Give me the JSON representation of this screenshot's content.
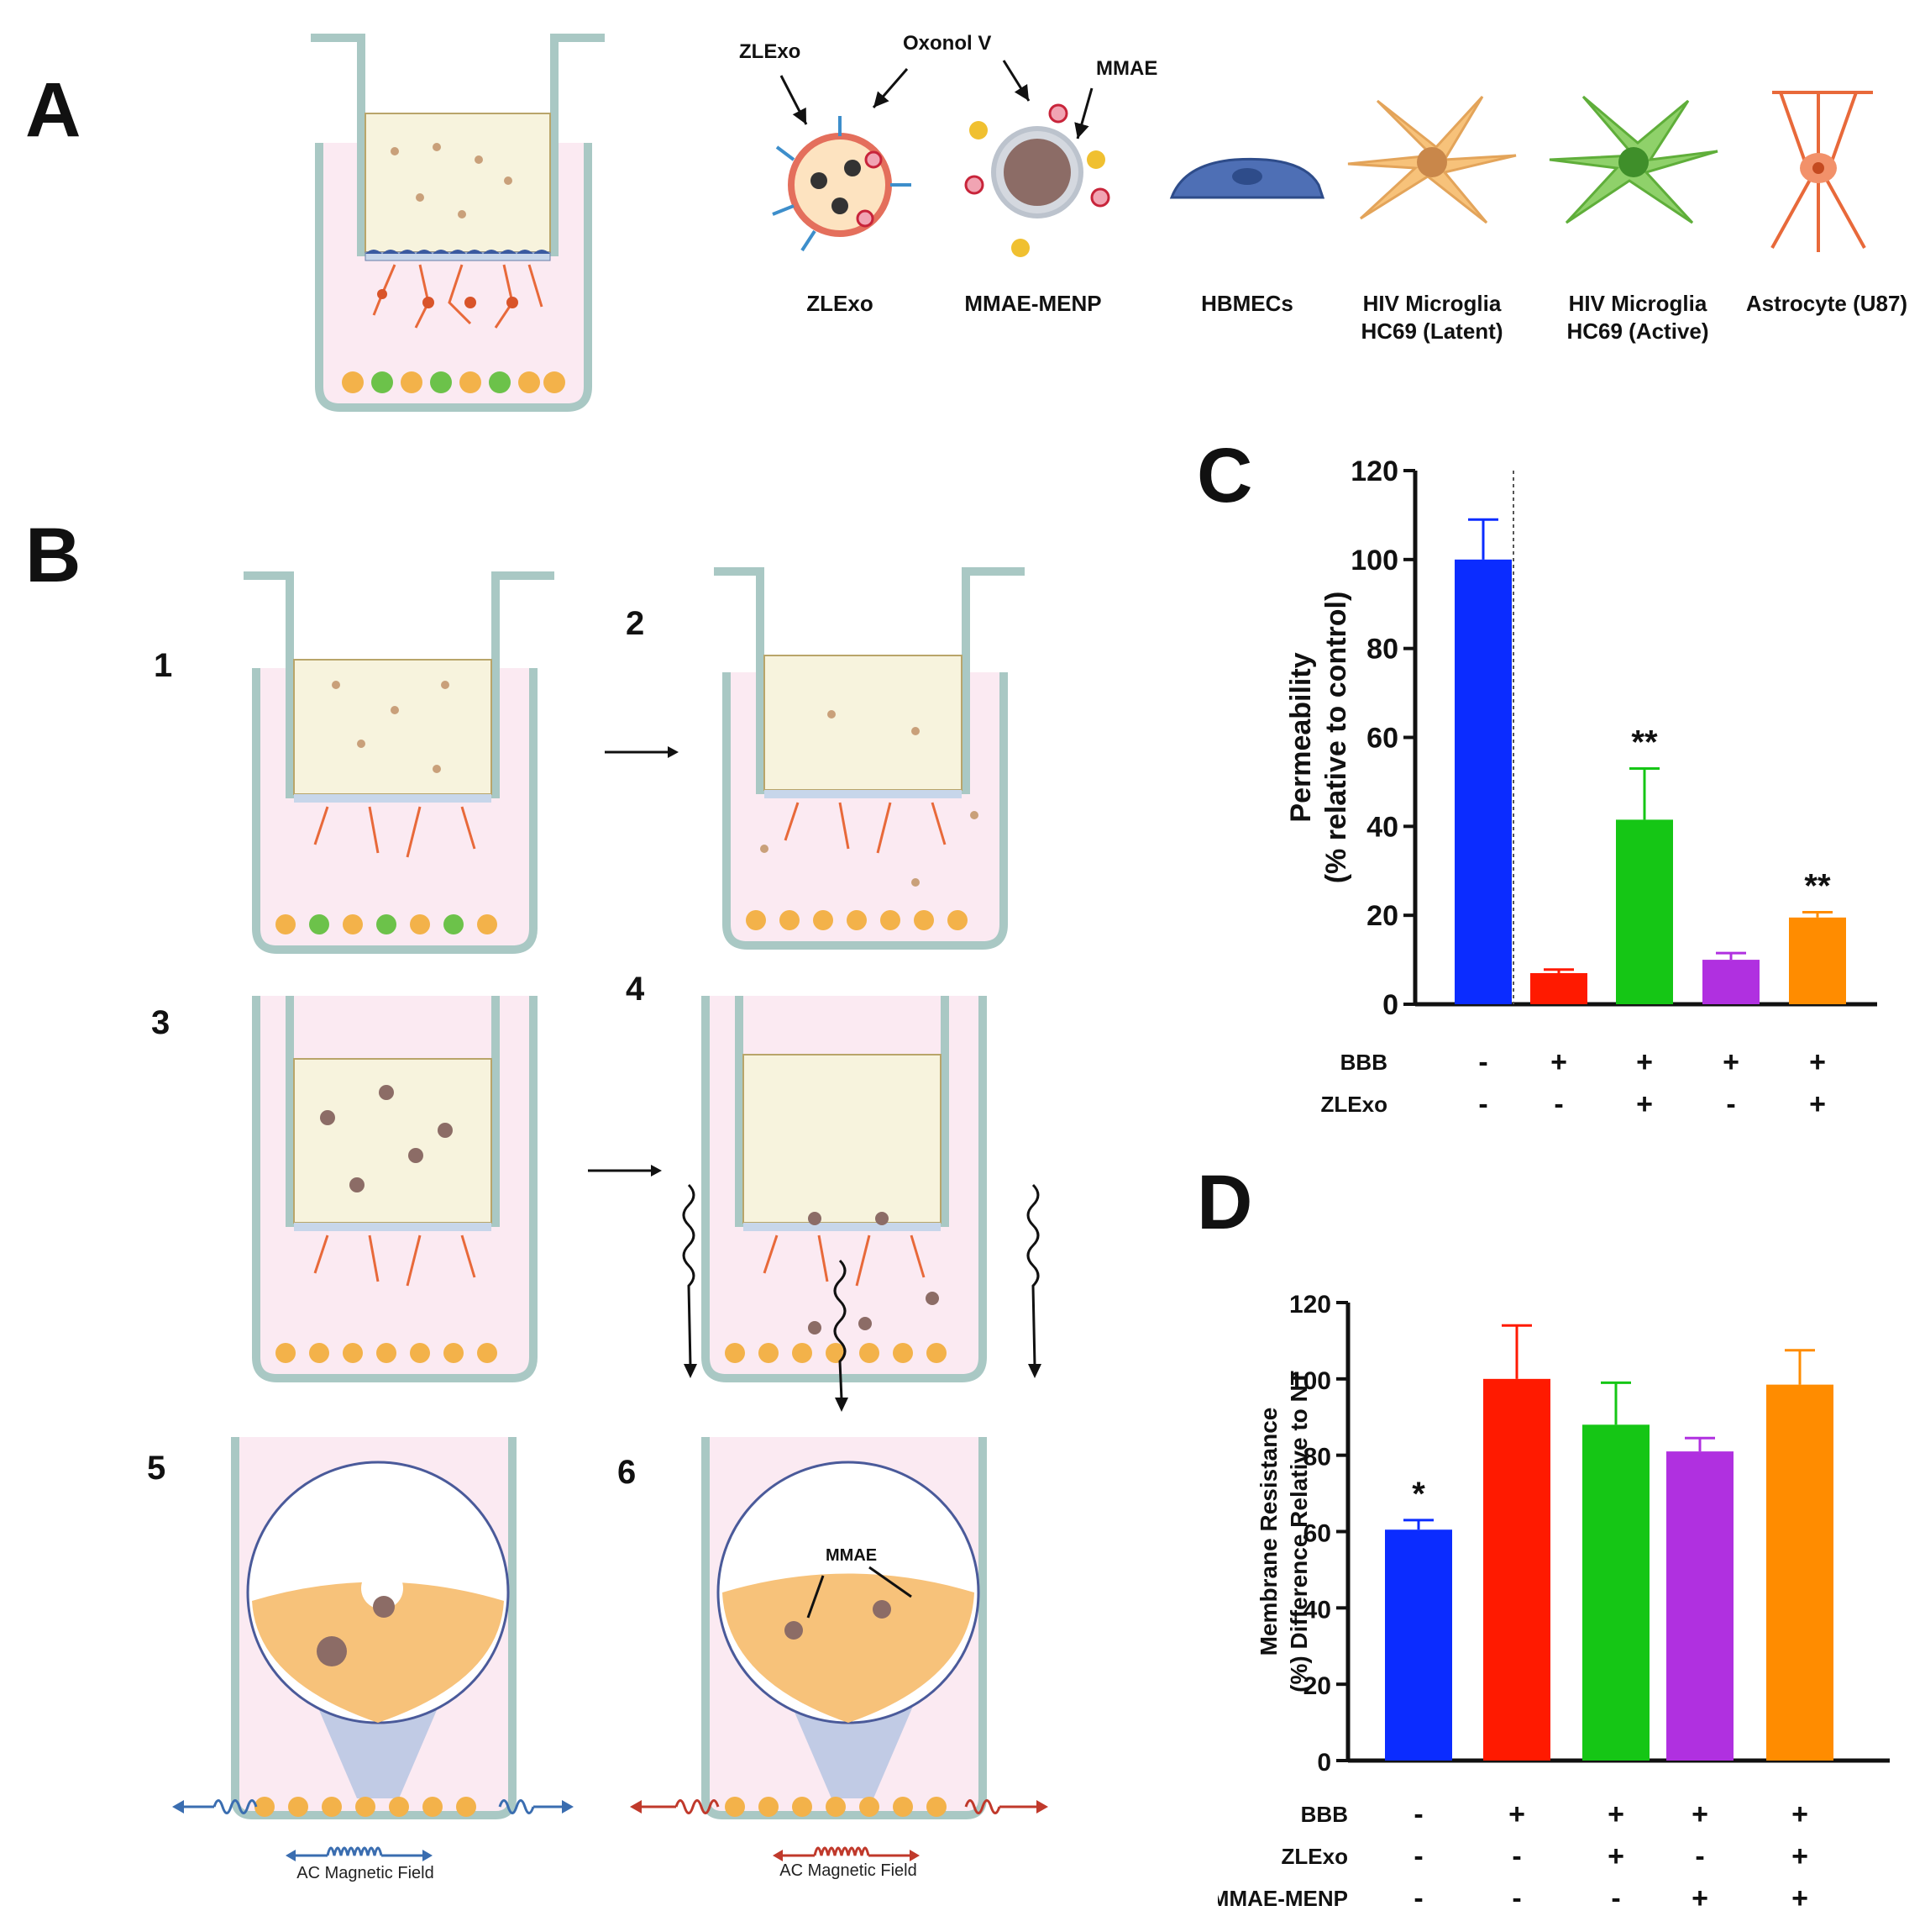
{
  "panel_letters": {
    "a": "A",
    "b": "B",
    "c": "C",
    "d": "D"
  },
  "panel_a": {
    "callouts": {
      "zlexo": "ZLExo",
      "oxonol": "Oxonol V",
      "mmae": "MMAE"
    },
    "legend": [
      {
        "label": "ZLExo"
      },
      {
        "label": "MMAE-MENP"
      },
      {
        "label": "HBMECs"
      },
      {
        "label": "HIV Microglia\nHC69 (Latent)"
      },
      {
        "label": "HIV Microglia\nHC69 (Active)"
      },
      {
        "label": "Astrocyte (U87)"
      }
    ]
  },
  "panel_b": {
    "steps": [
      "1",
      "2",
      "3",
      "4",
      "5",
      "6"
    ],
    "field_label": "AC Magnetic Field",
    "mmae_label": "MMAE"
  },
  "chart_data": [
    {
      "type": "bar",
      "panel": "C",
      "ylabel": "Permeability\n(% relative to control)",
      "ylim": [
        0,
        120
      ],
      "yticks": [
        0,
        20,
        40,
        60,
        80,
        100,
        120
      ],
      "values": [
        100,
        7,
        41.5,
        10,
        19.5
      ],
      "errors": [
        9,
        0.8,
        11.5,
        1.5,
        1.2
      ],
      "colors": [
        "#0b2cff",
        "#ff1a00",
        "#15c615",
        "#b030e0",
        "#ff8c00"
      ],
      "significance": [
        "",
        "",
        "**",
        "",
        "**"
      ],
      "conditions": [
        {
          "name": "BBB",
          "values": [
            "-",
            "+",
            "+",
            "+",
            "+"
          ]
        },
        {
          "name": "ZLExo",
          "values": [
            "-",
            "-",
            "+",
            "-",
            "+"
          ]
        }
      ]
    },
    {
      "type": "bar",
      "panel": "D",
      "ylabel": "Membrane Resistance\n(%) Difference Relative to NT",
      "ylim": [
        0,
        120
      ],
      "yticks": [
        0,
        20,
        40,
        60,
        80,
        100,
        120
      ],
      "values": [
        60.5,
        100,
        88,
        81,
        98.5
      ],
      "errors": [
        2.5,
        14,
        11,
        3.5,
        9
      ],
      "colors": [
        "#0b2cff",
        "#ff1a00",
        "#15c615",
        "#b030e0",
        "#ff8c00"
      ],
      "significance": [
        "*",
        "",
        "",
        "",
        ""
      ],
      "conditions": [
        {
          "name": "BBB",
          "values": [
            "-",
            "+",
            "+",
            "+",
            "+"
          ]
        },
        {
          "name": "ZLExo",
          "values": [
            "-",
            "-",
            "+",
            "-",
            "+"
          ]
        },
        {
          "name": "MMAE-MENP",
          "values": [
            "-",
            "-",
            "-",
            "+",
            "+"
          ]
        }
      ]
    }
  ]
}
